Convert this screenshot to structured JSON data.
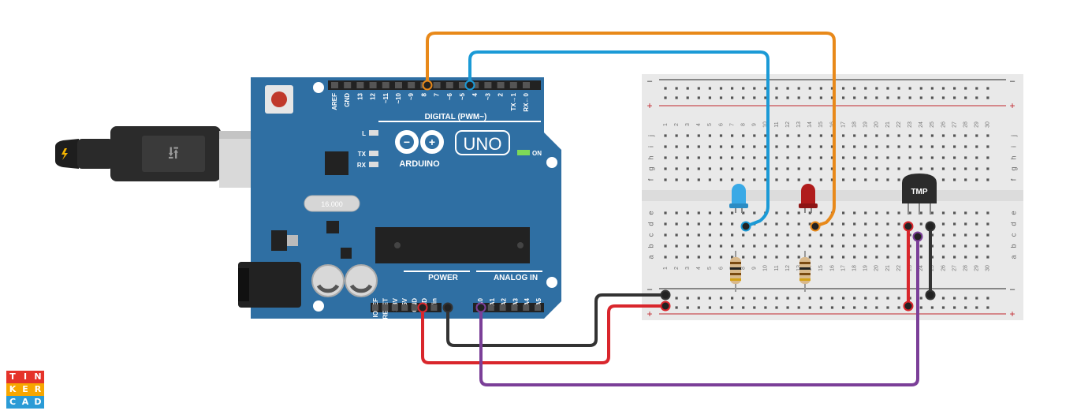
{
  "arduino": {
    "brand": "ARDUINO",
    "model": "UNO",
    "digital_label": "DIGITAL (PWM~)",
    "on_label": "ON",
    "power_label": "POWER",
    "analog_label": "ANALOG IN",
    "led_l": "L",
    "led_tx": "TX",
    "led_rx": "RX",
    "crystal": "16.000",
    "digital_pins": [
      "AREF",
      "GND",
      "13",
      "12",
      "~11",
      "~10",
      "~9",
      "8",
      "7",
      "~6",
      "~5",
      "4",
      "~3",
      "2",
      "TX→1",
      "RX←0"
    ],
    "power_pins": [
      "IOREF",
      "RESET",
      "3.3V",
      "5V",
      "GND",
      "GND",
      "Vin"
    ],
    "analog_pins": [
      "A0",
      "A1",
      "A2",
      "A3",
      "A4",
      "A5"
    ]
  },
  "breadboard": {
    "rail_minus": "–",
    "rail_plus": "+",
    "rows_top": [
      "j",
      "i",
      "h",
      "g",
      "f"
    ],
    "rows_bottom": [
      "e",
      "d",
      "c",
      "b",
      "a"
    ],
    "column_count": 30
  },
  "sensor_label": "TMP",
  "logo_letters": [
    "T",
    "I",
    "N",
    "K",
    "E",
    "R",
    "C",
    "A",
    "D"
  ],
  "colors": {
    "board_blue": "#2f6fa3",
    "wire_orange": "#e8891a",
    "wire_blue": "#1b9ad6",
    "wire_red": "#d9262c",
    "wire_black": "#333333",
    "wire_purple": "#7b3f98",
    "logo": [
      "#e5332a",
      "#e5332a",
      "#e5332a",
      "#f7a600",
      "#f7a600",
      "#f7a600",
      "#2b9bd6",
      "#2b9bd6",
      "#2b9bd6"
    ]
  }
}
